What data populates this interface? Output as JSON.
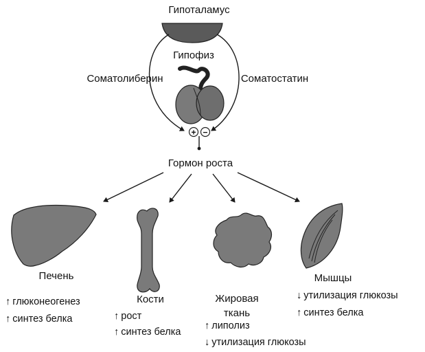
{
  "hypothalamus": "Гипоталамус",
  "pituitary": "Гипофиз",
  "somatoliberin": "Соматолиберин",
  "somatostatin": "Соматостатин",
  "plus_sign": "+",
  "minus_sign": "−",
  "growth_hormone": "Гормон роста",
  "targets": {
    "liver": {
      "label": "Печень",
      "effects": [
        "глюконеогенез",
        "синтез белка"
      ],
      "directions": [
        "up",
        "up"
      ]
    },
    "bones": {
      "label": "Кости",
      "effects": [
        "рост",
        "синтез белка"
      ],
      "directions": [
        "up",
        "up"
      ]
    },
    "fat": {
      "label_line1": "Жировая",
      "label_line2": "ткань",
      "effects": [
        "липолиз",
        "утилизация глюкозы"
      ],
      "directions": [
        "up",
        "down"
      ]
    },
    "muscle": {
      "label": "Мышцы",
      "effects": [
        "утилизация глюкозы",
        "синтез белка"
      ],
      "directions": [
        "down",
        "up"
      ]
    }
  },
  "colors": {
    "organ_fill": "#7a7a7a",
    "organ_stroke": "#222222",
    "line": "#1a1a1a",
    "hypothalamus_fill": "#5a5a5a"
  }
}
